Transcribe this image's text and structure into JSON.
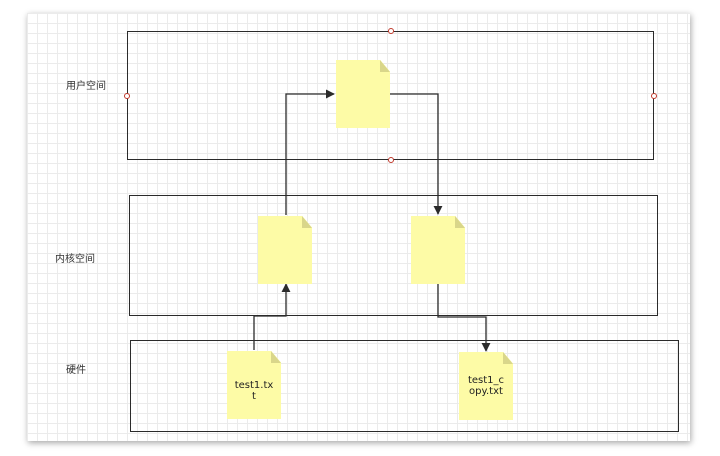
{
  "regions": {
    "user_space": "用户空间",
    "kernel_space": "内核空间",
    "hardware": "硬件"
  },
  "files": {
    "source": "test1.txt",
    "copy": "test1_copy.txt"
  },
  "colors": {
    "doc_fill": "#fdfba6",
    "stroke": "#2b2b2b",
    "grid": "#ebebeb"
  }
}
